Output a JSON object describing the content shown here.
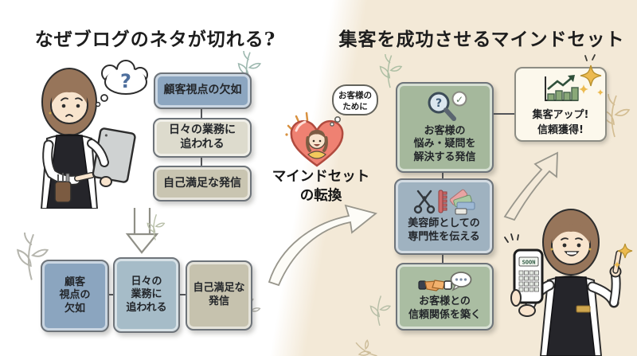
{
  "left": {
    "title": "なぜブログのネタが切れる?",
    "question_mark": "?",
    "flow_boxes": [
      {
        "lines": [
          "顧客視点の欠如"
        ]
      },
      {
        "lines": [
          "日々の業務に",
          "追われる"
        ]
      },
      {
        "lines": [
          "自己満足な発信"
        ]
      }
    ],
    "bottom_boxes": [
      {
        "lines": [
          "顧客",
          "視点の",
          "欠如"
        ]
      },
      {
        "lines": [
          "日々の",
          "業務に",
          "追われる"
        ]
      },
      {
        "lines": [
          "自己満足な",
          "発信"
        ]
      }
    ]
  },
  "center": {
    "speech_bubble_lines": [
      "お客様の",
      "ために"
    ],
    "caption_lines": [
      "マインドセット",
      "の転換"
    ]
  },
  "right": {
    "title": "集客を成功させるマインドセット",
    "boxes": [
      {
        "lines": [
          "お客様の",
          "悩み・疑問を",
          "解決する発信"
        ]
      },
      {
        "lines": [
          "美容師としての",
          "専門性を伝える"
        ]
      },
      {
        "lines": [
          "お客様との",
          "信頼関係を築く"
        ]
      }
    ],
    "result_box": {
      "lines": [
        "集客アップ!",
        "信頼獲得!"
      ]
    },
    "phone_screen_label": "SOON",
    "icon_glyphs": {
      "magnifier_question": "?",
      "check": "✓"
    }
  },
  "colors": {
    "background_right": "#f3e9d7",
    "blue_box": "#8ca6c0",
    "pale_box": "#dddbcd",
    "tan_box": "#c9c5b1",
    "light_blue_box": "#a6bcc8",
    "green_box": "#a5b89c",
    "blue_gray_box": "#9fb2c0",
    "result_box_bg": "#fcf8ec",
    "heart_red": "#ef8172",
    "gold_sparkle": "#ecba4f",
    "question_blue": "#4e6f9d"
  }
}
